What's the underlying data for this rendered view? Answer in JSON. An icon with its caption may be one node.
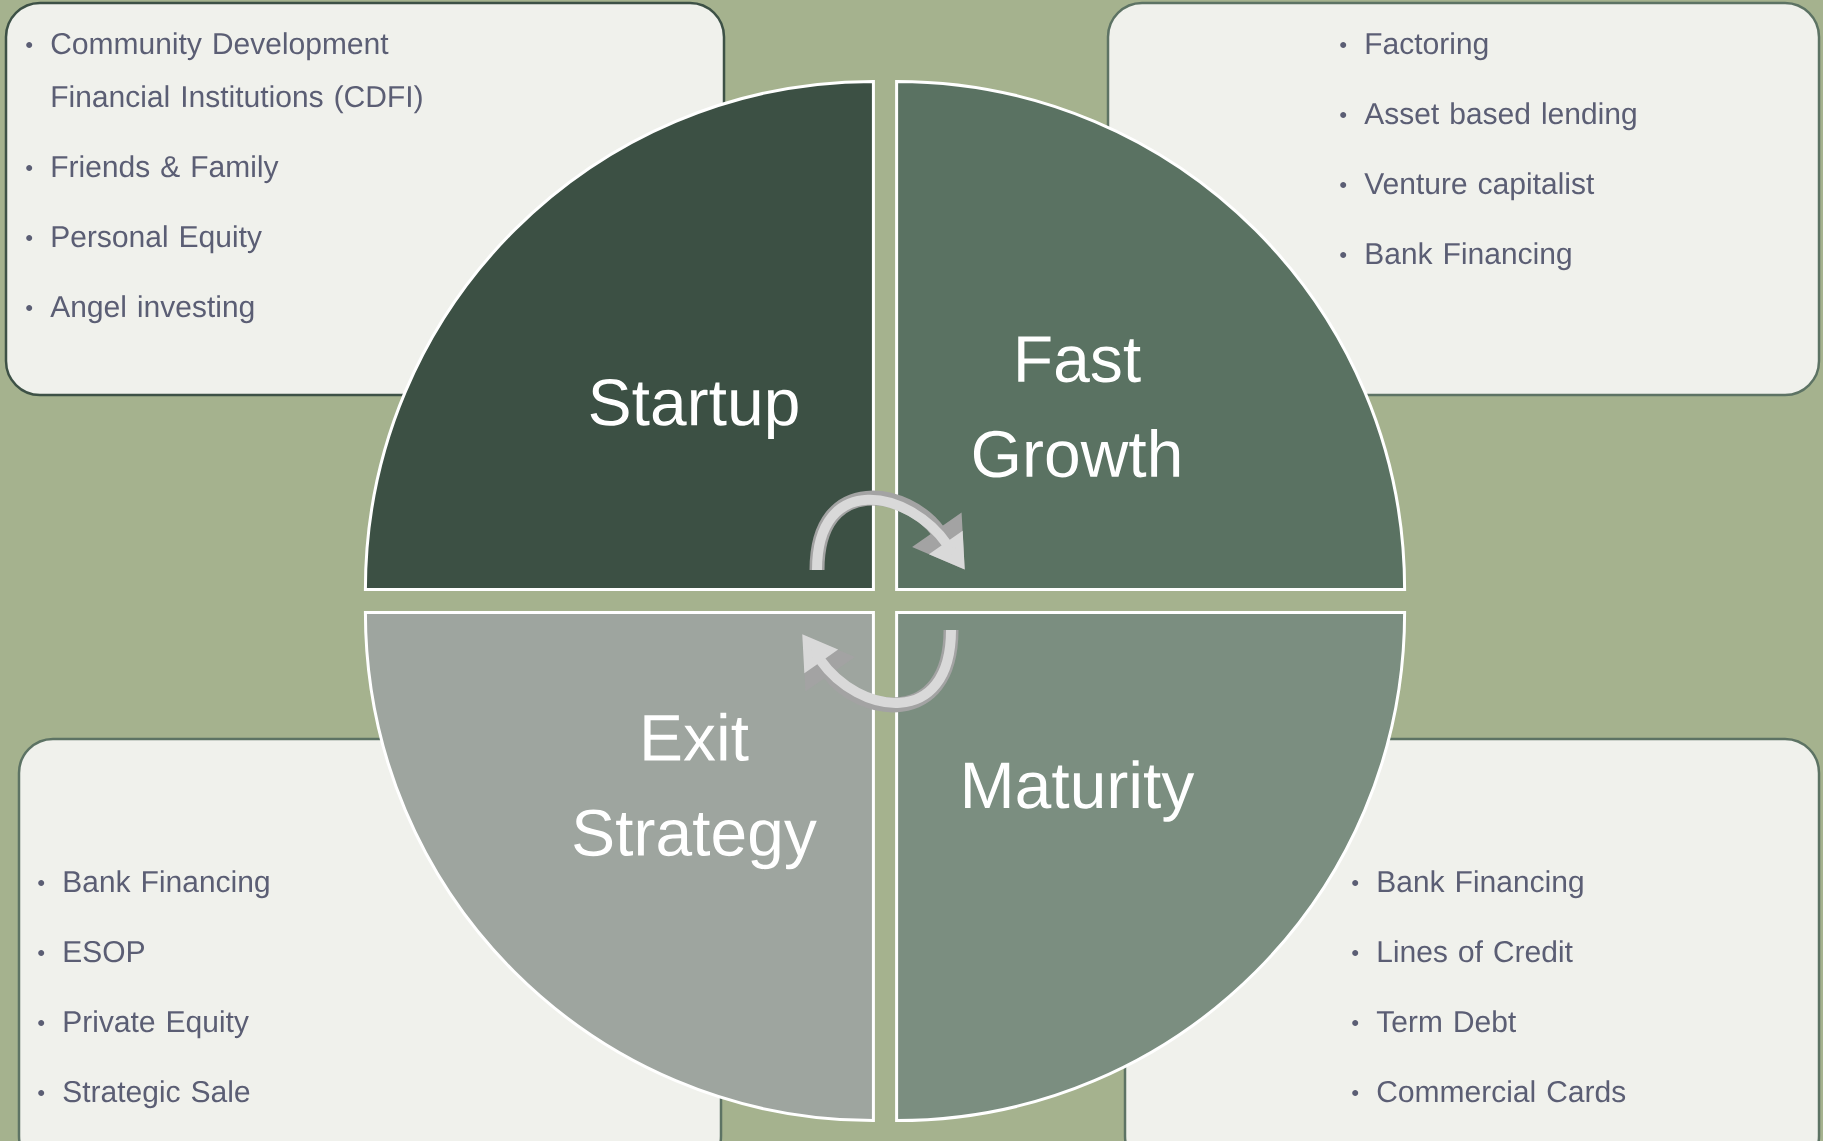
{
  "diagram": {
    "nodes": [
      {
        "text": [
          "Community Development Financial Institutions (CDFI)",
          "Friends & Family",
          "Personal Equity",
          "Angel investing"
        ]
      },
      {
        "text": [
          "Factoring",
          "Asset based lending",
          "Venture capitalist",
          "Bank Financing"
        ]
      },
      {
        "text": [
          "Bank Financing",
          "ESOP",
          "Private Equity",
          "Strategic Sale"
        ]
      },
      {
        "text": [
          "Bank Financing",
          "Lines of Credit",
          "Term Debt",
          "Commercial Cards"
        ]
      },
      {
        "text": [
          "Startup"
        ]
      },
      {
        "text": [
          "Fast Growth"
        ]
      },
      {
        "text": [
          "Exit Strategy"
        ]
      },
      {
        "text": [
          "Maturity"
        ]
      }
    ],
    "edges": [
      {
        "from": 4,
        "to": 5,
        "arrow": "to"
      },
      {
        "from": 7,
        "to": 6,
        "arrow": "to"
      }
    ]
  }
}
